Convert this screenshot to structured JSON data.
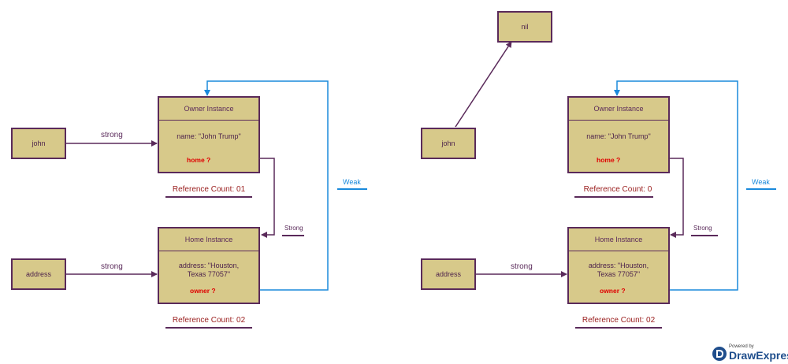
{
  "left": {
    "owner": {
      "title": "Owner Instance",
      "name_text": "name: \"John Trump\"",
      "prop": "home ?"
    },
    "home": {
      "title": "Home Instance",
      "address_text": "address: \"Houston, Texas 77057\"",
      "prop": "owner ?"
    },
    "john_label": "john",
    "address_label": "address",
    "strong_top": "strong",
    "strong_bottom": "strong",
    "strong_side": "Strong",
    "weak": "Weak",
    "owner_refcount": "Reference Count: 01",
    "home_refcount": "Reference Count: 02"
  },
  "right": {
    "nil_label": "nil",
    "owner": {
      "title": "Owner Instance",
      "name_text": "name: \"John Trump\"",
      "prop": "home ?"
    },
    "home": {
      "title": "Home Instance",
      "address_text": "address: \"Houston, Texas 77057\"",
      "prop": "owner ?"
    },
    "john_label": "john",
    "address_label": "address",
    "strong_bottom": "strong",
    "strong_side": "Strong",
    "weak": "Weak",
    "owner_refcount": "Reference Count: 0",
    "home_refcount": "Reference Count: 02"
  },
  "footer": {
    "powered_by": "Powered by",
    "brand": "DrawExpress"
  },
  "colors": {
    "box_fill": "#d7c98a",
    "box_border": "#5a2a5a",
    "strong_line": "#5a2a5a",
    "weak_line": "#1a8adc",
    "prop_text": "#e00000",
    "refcount_text": "#9b2020"
  }
}
